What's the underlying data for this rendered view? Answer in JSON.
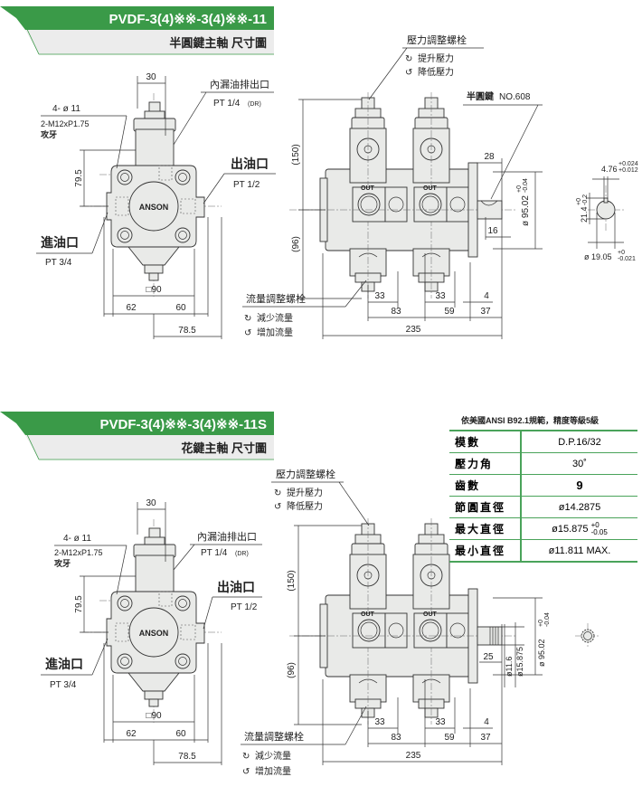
{
  "colors": {
    "header_green": "#3a9a48",
    "header_grey": "#ececec",
    "table_line": "#4aa35a"
  },
  "sections": [
    {
      "title": "PVDF-3(4)※※-3(4)※※-11",
      "subtitle": "半圓鍵主軸 尺寸圖",
      "side": {
        "dim_30": "30",
        "drain_label": "內漏油排出口",
        "drain_spec": "PT 1/4",
        "drain_suffix": "(DR)",
        "holes": "4- ø 11",
        "thread": "2-M12xP1.75",
        "tap": "攻牙",
        "dim_79_5": "79.5",
        "outlet_label": "出油口",
        "outlet_spec": "PT 1/2",
        "inlet_label": "進油口",
        "inlet_spec": "PT 3/4",
        "brand": "ANSON",
        "sq90": "□90",
        "dim_62": "62",
        "dim_60": "60",
        "dim_78_5": "78.5"
      },
      "front": {
        "pressure_screw": "壓力調整螺栓",
        "pressure_up": "提升壓力",
        "pressure_down": "降低壓力",
        "flow_screw": "流量調整螺栓",
        "flow_down": "減少流量",
        "flow_up": "增加流量",
        "dim_150": "(150)",
        "dim_96": "(96)",
        "out": "OUT",
        "dim_33a": "33",
        "dim_33b": "33",
        "dim_4": "4",
        "dim_83": "83",
        "dim_59": "59",
        "dim_37": "37",
        "dim_235": "235",
        "key_label": "半圓鍵",
        "key_no": "NO.608",
        "dim_28": "28",
        "dim_16": "16",
        "flange_dia": "ø 95.02",
        "flange_tol_plus": "+0",
        "flange_tol_minus": "-0.04"
      },
      "key_section": {
        "key_width": "4.76",
        "key_width_tol_plus": "+0.024",
        "key_width_tol_minus": "+0.012",
        "key_depth": "21.4",
        "key_depth_tol_plus": "+0",
        "key_depth_tol_minus": "-0.2",
        "shaft_dia": "ø 19.05",
        "shaft_tol_plus": "+0",
        "shaft_tol_minus": "-0.021"
      }
    },
    {
      "title": "PVDF-3(4)※※-3(4)※※-11S",
      "subtitle": "花鍵主軸 尺寸圖",
      "side": {
        "dim_30": "30",
        "drain_label": "內漏油排出口",
        "drain_spec": "PT 1/4",
        "drain_suffix": "(DR)",
        "holes": "4- ø 11",
        "thread": "2-M12xP1.75",
        "tap": "攻牙",
        "dim_79_5": "79.5",
        "outlet_label": "出油口",
        "outlet_spec": "PT 1/2",
        "inlet_label": "進油口",
        "inlet_spec": "PT 3/4",
        "brand": "ANSON",
        "sq90": "□90",
        "dim_62": "62",
        "dim_60": "60",
        "dim_78_5": "78.5"
      },
      "front": {
        "pressure_screw": "壓力調整螺栓",
        "pressure_up": "提升壓力",
        "pressure_down": "降低壓力",
        "flow_screw": "流量調整螺栓",
        "flow_down": "減少流量",
        "flow_up": "增加流量",
        "dim_150": "(150)",
        "dim_96": "(96)",
        "out": "OUT",
        "dim_33a": "33",
        "dim_33b": "33",
        "dim_4": "4",
        "dim_83": "83",
        "dim_59": "59",
        "dim_37": "37",
        "dim_235": "235",
        "dim_25": "25",
        "dia_11_6": "ø11.6",
        "dia_15_875": "ø15.875",
        "flange_dia": "ø 95.02",
        "flange_tol_plus": "+0",
        "flange_tol_minus": "-0.04"
      },
      "spline_table": {
        "note": "依美國ANSI B92.1規範，精度等級5級",
        "rows": [
          {
            "key": "模數",
            "value": "D.P.16/32"
          },
          {
            "key": "壓力角",
            "value": "30˚"
          },
          {
            "key": "齒數",
            "value": "9"
          },
          {
            "key": "節圓直徑",
            "value": "ø14.2875"
          },
          {
            "key": "最大直徑",
            "value": "ø15.875",
            "tol_plus": "+0",
            "tol_minus": "-0.05"
          },
          {
            "key": "最小直徑",
            "value": "ø11.811 MAX."
          }
        ]
      }
    }
  ]
}
